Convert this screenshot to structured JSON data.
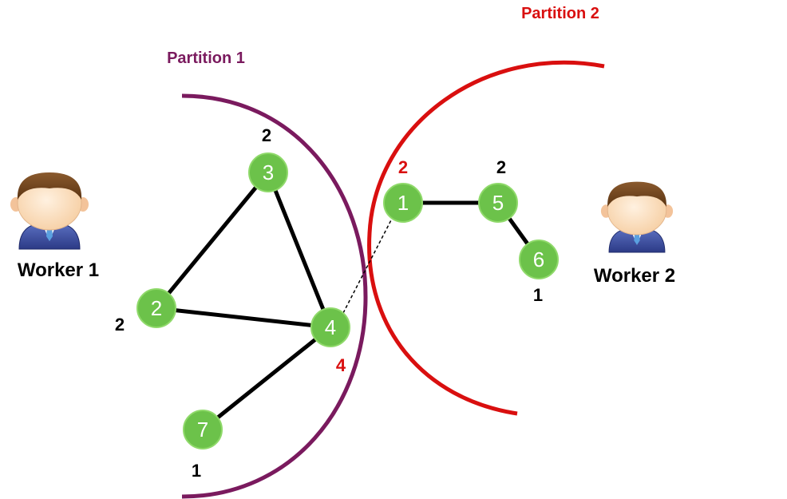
{
  "colors": {
    "partition_1": "#7a1a5e",
    "partition_2": "#d90f0f",
    "node_fill": "#6cc24a",
    "node_stroke": "#8fd96a",
    "edge": "#000000",
    "worker_text": "#000000",
    "highlight_degree": "#d90f0f",
    "normal_degree": "#000000"
  },
  "partitions": {
    "p1": {
      "label": "Partition 1"
    },
    "p2": {
      "label": "Partition 2"
    }
  },
  "workers": {
    "w1": {
      "label": "Worker 1",
      "icon": "person-icon"
    },
    "w2": {
      "label": "Worker 2",
      "icon": "person-icon"
    }
  },
  "nodes": {
    "n3": {
      "label": "3",
      "degree": "2"
    },
    "n2": {
      "label": "2",
      "degree": "2"
    },
    "n4": {
      "label": "4",
      "degree": "4"
    },
    "n7": {
      "label": "7",
      "degree": "1"
    },
    "n1": {
      "label": "1",
      "degree": "2"
    },
    "n5": {
      "label": "5",
      "degree": "2"
    },
    "n6": {
      "label": "6",
      "degree": "1"
    }
  },
  "edges": [
    {
      "from": "3",
      "to": "2",
      "style": "solid"
    },
    {
      "from": "3",
      "to": "4",
      "style": "solid"
    },
    {
      "from": "2",
      "to": "4",
      "style": "solid"
    },
    {
      "from": "4",
      "to": "7",
      "style": "solid"
    },
    {
      "from": "1",
      "to": "5",
      "style": "solid"
    },
    {
      "from": "5",
      "to": "6",
      "style": "solid"
    },
    {
      "from": "4",
      "to": "1",
      "style": "dashed"
    }
  ]
}
